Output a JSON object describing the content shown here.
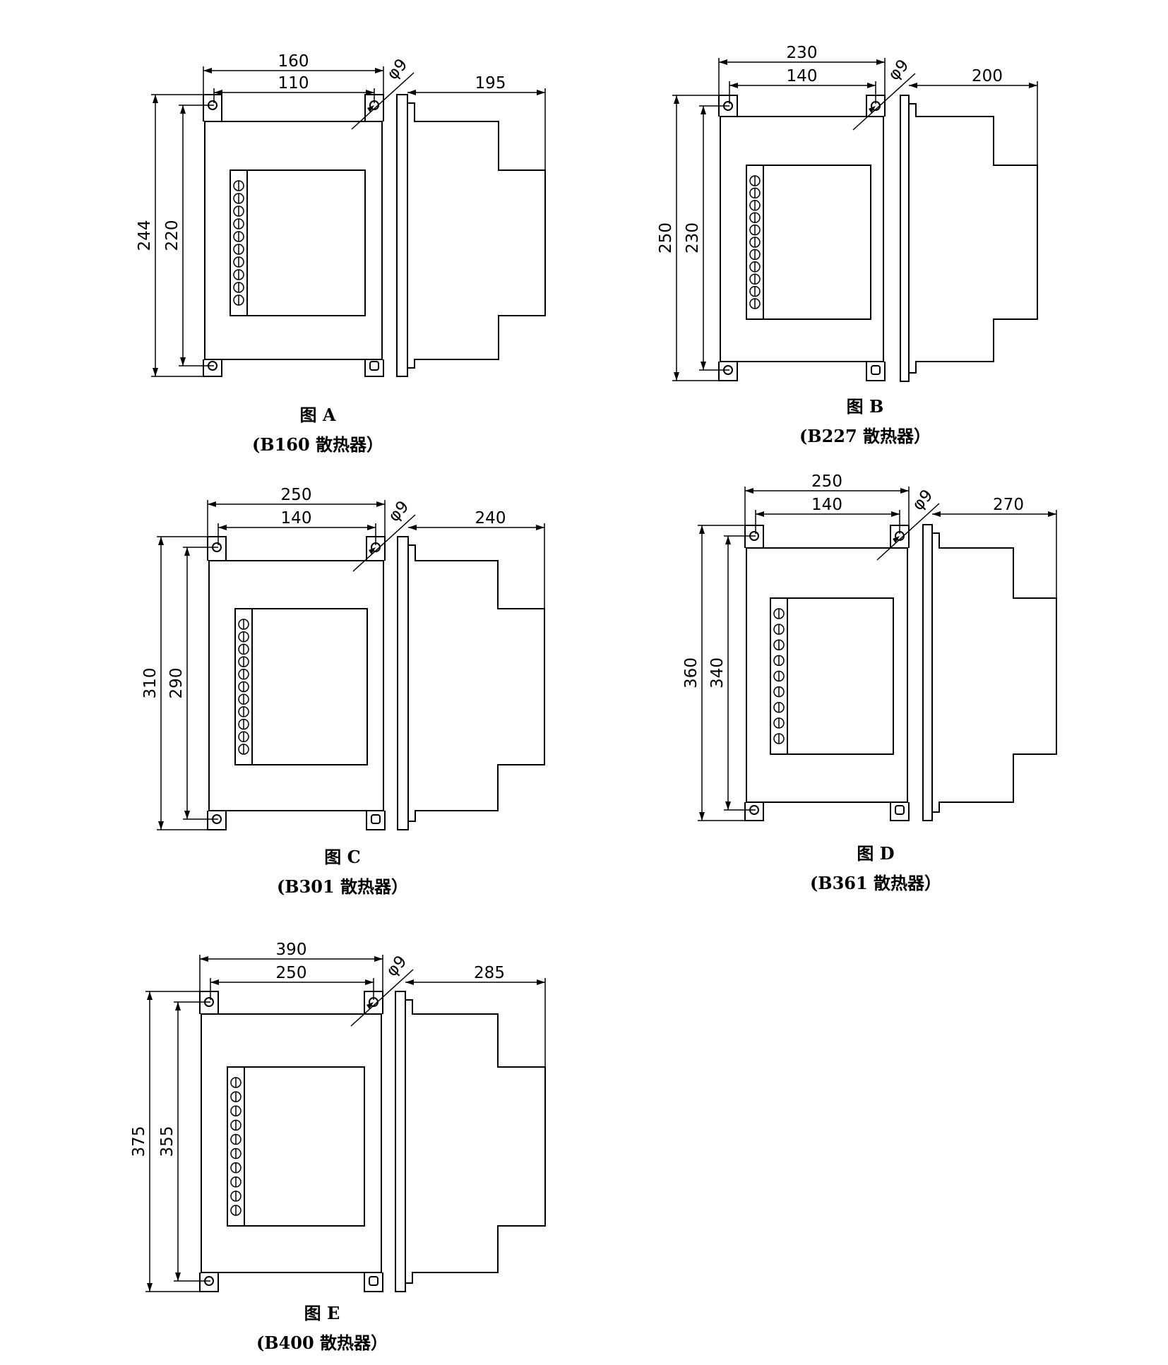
{
  "figures": [
    {
      "id": "A",
      "caption": "图 A",
      "subcaption": "(B160 散热器）",
      "dims": {
        "outer_width": "160",
        "hole_spacing": "110",
        "depth": "195",
        "outer_height": "244",
        "hole_height": "220",
        "hole_dia": "φ9"
      },
      "terminals": 10
    },
    {
      "id": "B",
      "caption": "图 B",
      "subcaption": "(B227 散热器）",
      "dims": {
        "outer_width": "230",
        "hole_spacing": "140",
        "depth": "200",
        "outer_height": "250",
        "hole_height": "230",
        "hole_dia": "φ9"
      },
      "terminals": 11
    },
    {
      "id": "C",
      "caption": "图 C",
      "subcaption": "(B301 散热器）",
      "dims": {
        "outer_width": "250",
        "hole_spacing": "140",
        "depth": "240",
        "outer_height": "310",
        "hole_height": "290",
        "hole_dia": "φ9"
      },
      "terminals": 11
    },
    {
      "id": "D",
      "caption": "图 D",
      "subcaption": "(B361 散热器）",
      "dims": {
        "outer_width": "250",
        "hole_spacing": "140",
        "depth": "270",
        "outer_height": "360",
        "hole_height": "340",
        "hole_dia": "φ9"
      },
      "terminals": 9
    },
    {
      "id": "E",
      "caption": "图 E",
      "subcaption": "(B400 散热器）",
      "dims": {
        "outer_width": "390",
        "hole_spacing": "250",
        "depth": "285",
        "outer_height": "375",
        "hole_height": "355",
        "hole_dia": "φ9"
      },
      "terminals": 10
    }
  ]
}
